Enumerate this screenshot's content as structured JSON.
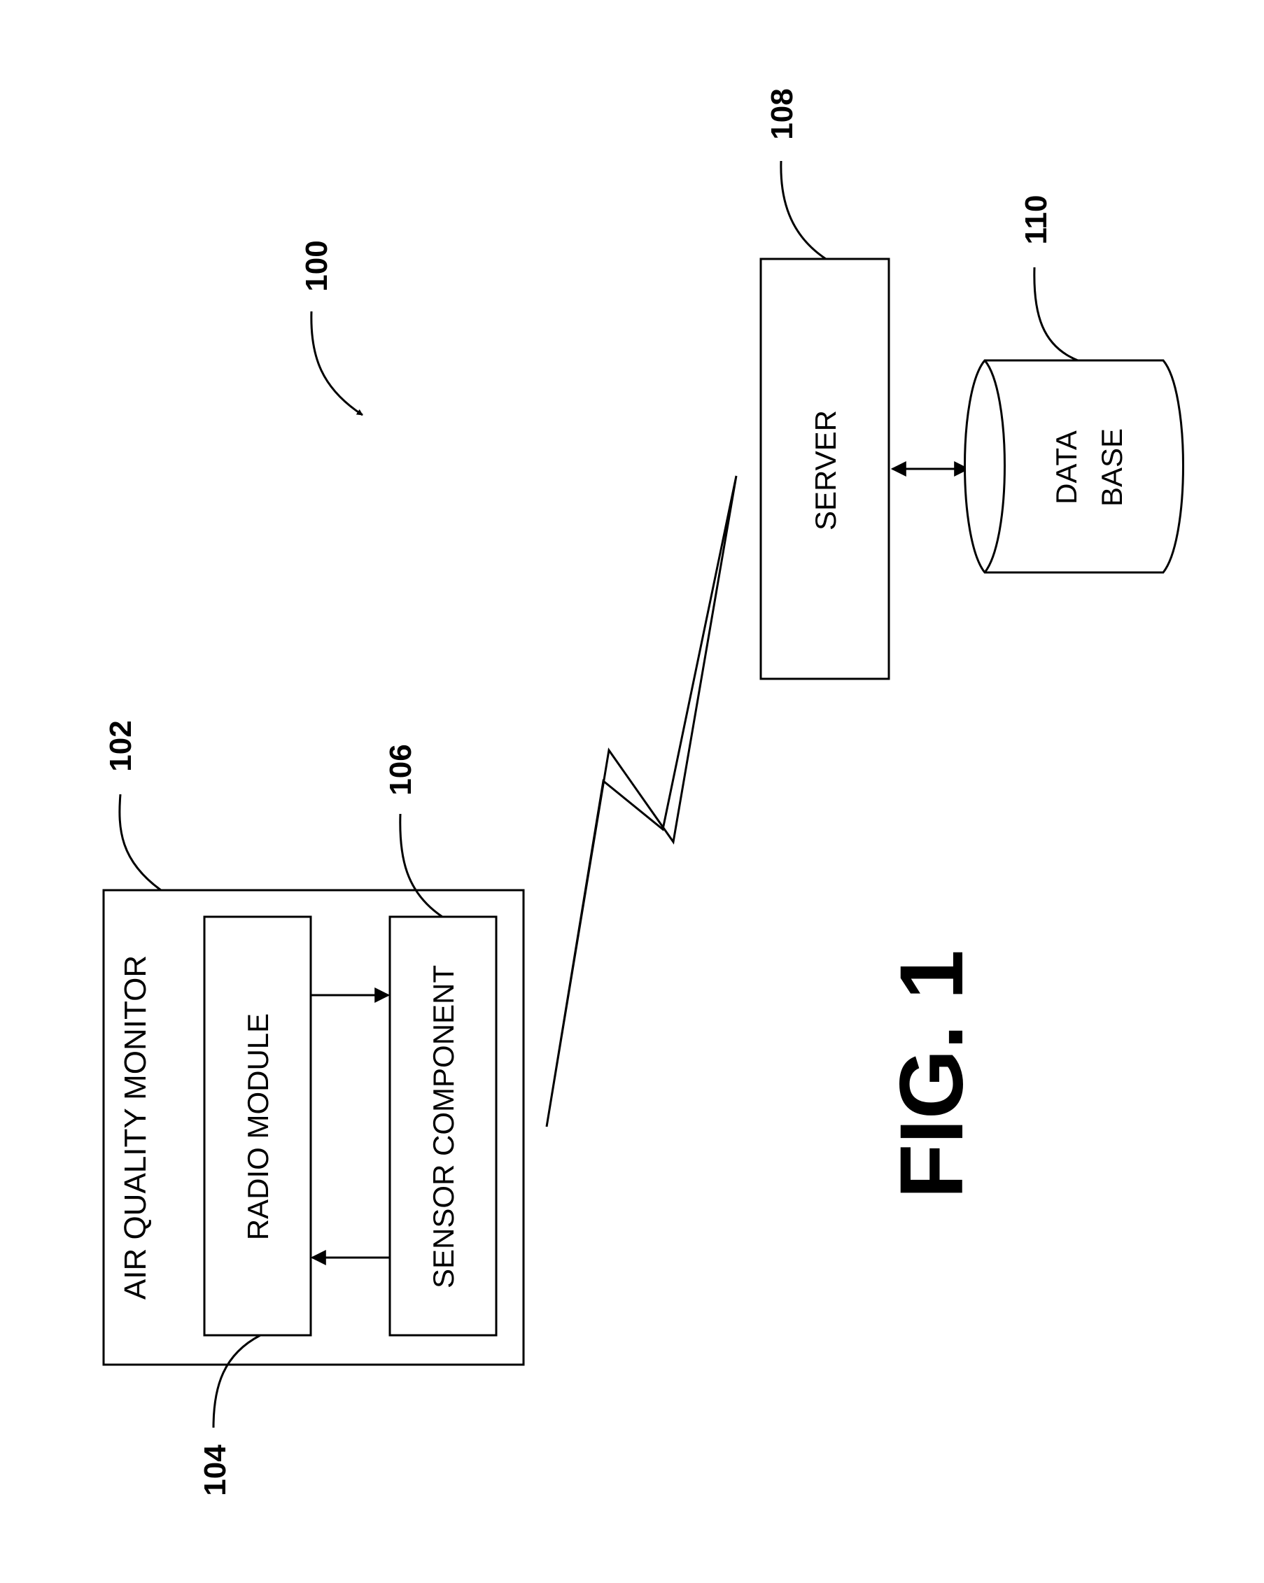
{
  "figure": {
    "caption": "FIG. 1",
    "system_ref": "100"
  },
  "air_quality_monitor": {
    "label": "AIR QUALITY MONITOR",
    "ref": "102"
  },
  "radio_module": {
    "label": "RADIO MODULE",
    "ref": "104"
  },
  "sensor_component": {
    "label": "SENSOR COMPONENT",
    "ref": "106"
  },
  "server": {
    "label": "SERVER",
    "ref": "108"
  },
  "database": {
    "label_line1": "DATA",
    "label_line2": "BASE",
    "ref": "110"
  }
}
